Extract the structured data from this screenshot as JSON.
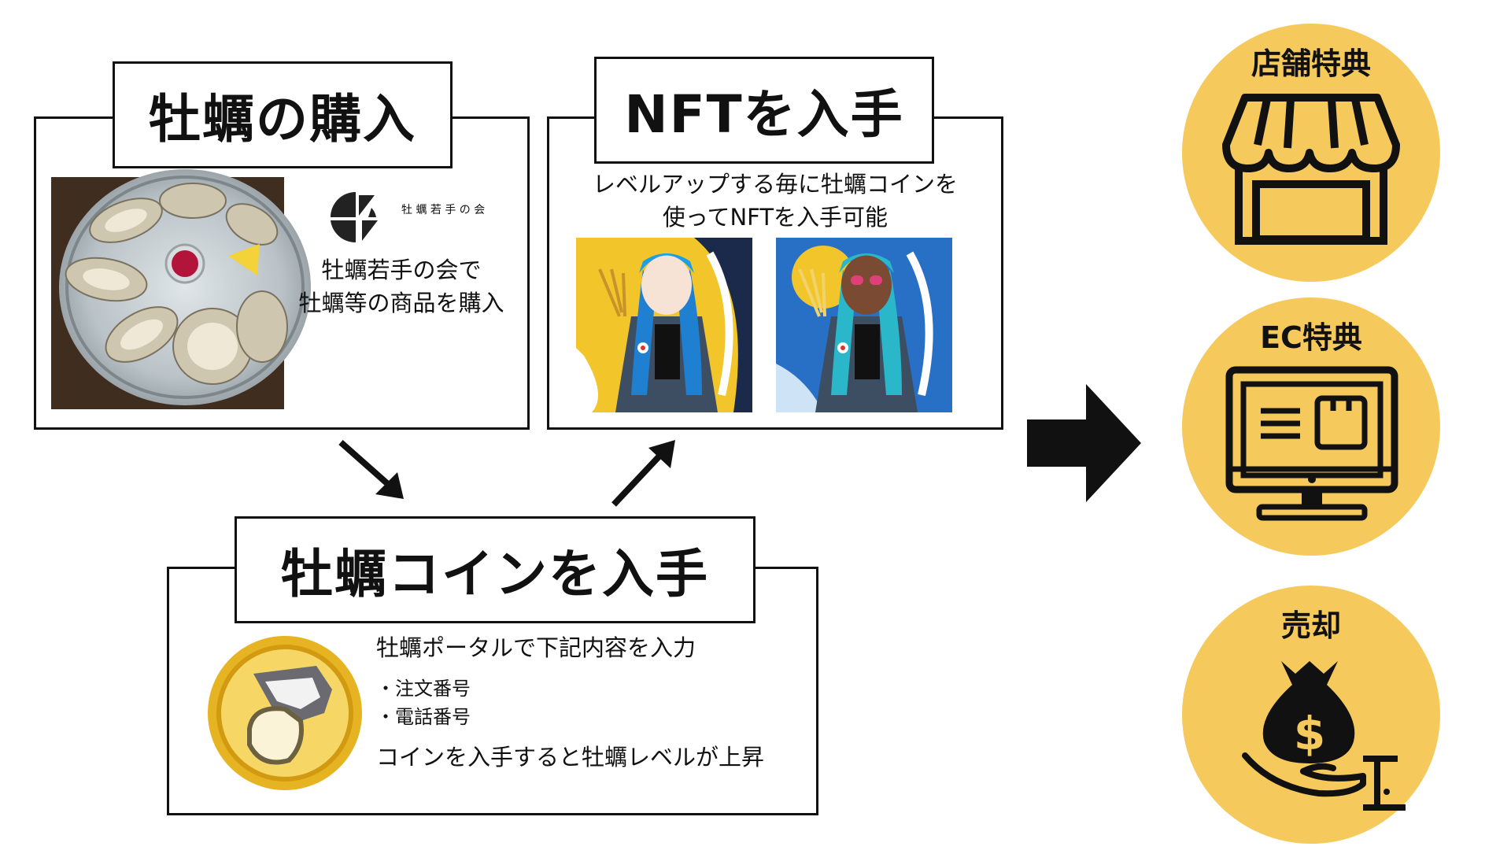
{
  "purchase": {
    "title": "牡蠣の購入",
    "brand": "牡 蠣 若 手 の 会",
    "desc_line1": "牡蠣若手の会で",
    "desc_line2": "牡蠣等の商品を購入"
  },
  "nft": {
    "title": "NFTを入手",
    "desc_line1": "レベルアップする毎に牡蠣コインを",
    "desc_line2": "使ってNFTを入手可能"
  },
  "coin": {
    "title": "牡蠣コインを入手",
    "line1": "牡蠣ポータルで下記内容を入力",
    "item1": "・注文番号",
    "item2": "・電話番号",
    "line2": "コインを入手すると牡蠣レベルが上昇"
  },
  "benefits": [
    {
      "label": "店舗特典",
      "icon": "store-icon"
    },
    {
      "label": "EC特典",
      "icon": "monitor-shopping-icon"
    },
    {
      "label": "売却",
      "icon": "money-bag-hand-icon"
    }
  ],
  "colors": {
    "circle": "#f5c95b",
    "line": "#111111"
  }
}
